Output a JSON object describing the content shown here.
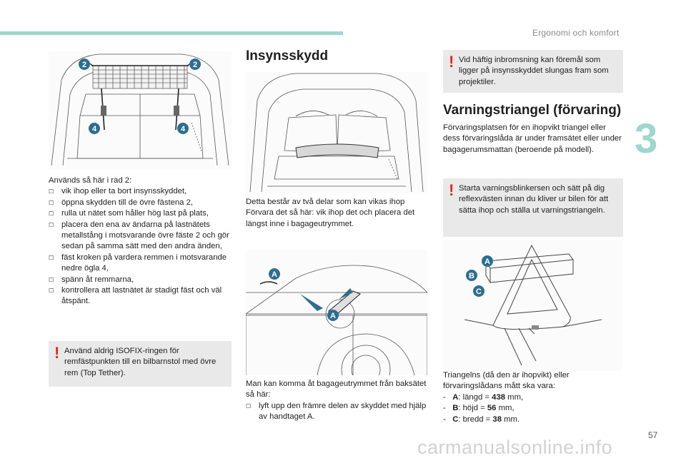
{
  "header": {
    "title": "Ergonomi och komfort",
    "chapter": "3",
    "page_number": "57"
  },
  "watermark": "carmanualsonline.info",
  "col1": {
    "figure_labels": [
      "2",
      "2",
      "4",
      "4"
    ],
    "intro": "Används så här i rad 2:",
    "steps": [
      "vik ihop eller ta bort insynsskyddet,",
      "öppna skydden till de övre fästena 2,",
      "rulla ut nätet som håller hög last på plats,",
      "placera den ena av ändarna på lastnätets metallstång i motsvarande övre fäste 2 och gör sedan på samma sätt med den andra änden,",
      "fäst kroken på vardera remmen i motsvarande nedre ögla 4,",
      "spänn åt remmarna,",
      "kontrollera att lastnätet är stadigt fäst och väl åtspänt."
    ],
    "warning": "Använd aldrig ISOFIX-ringen för remfästpunkten till en bilbarnstol med övre rem (Top Tether)."
  },
  "col2": {
    "title": "Insynsskydd",
    "description": "Detta består av två delar som kan vikas ihop Förvara det så här: vik ihop det och placera det längst inne i bagageutrymmet.",
    "figure2_labels": [
      "A",
      "A"
    ],
    "access_intro": "Man kan komma åt bagageutrymmet från baksätet så här:",
    "access_step": "lyft upp den främre delen av skyddet med hjälp av handtaget A."
  },
  "col3": {
    "warning_top": "Vid häftig inbromsning kan föremål som ligger på insynsskyddet slungas fram som projektiler.",
    "title": "Varningstriangel (förvaring)",
    "description": "Förvaringsplatsen för en ihopvikt triangel eller dess förvaringslåda är under framsätet eller under bagagerumsmattan (beroende på modell).",
    "warning_mid": "Starta varningsblinkersen och sätt på dig reflexvästen innan du kliver ur bilen för att sätta ihop och ställa ut varningstriangeln.",
    "figure_labels": [
      "A",
      "B",
      "C"
    ],
    "dims_intro": "Triangelns (då den är ihopvikt) eller förvaringslådans mått ska vara:",
    "dims": [
      {
        "key": "A",
        "text": ": längd = ",
        "value": "438",
        "unit": " mm,"
      },
      {
        "key": "B",
        "text": ": höjd = ",
        "value": "56",
        "unit": " mm,"
      },
      {
        "key": "C",
        "text": ": bredd = ",
        "value": "38",
        "unit": " mm."
      }
    ]
  },
  "icons": {
    "bullet": "square-bullet-icon",
    "warning": "exclamation-warning-icon"
  },
  "colors": {
    "accent": "#9fd6cf",
    "warning": "#e3242b",
    "label": "#2e6d8f",
    "panel": "#e9e9e9"
  }
}
